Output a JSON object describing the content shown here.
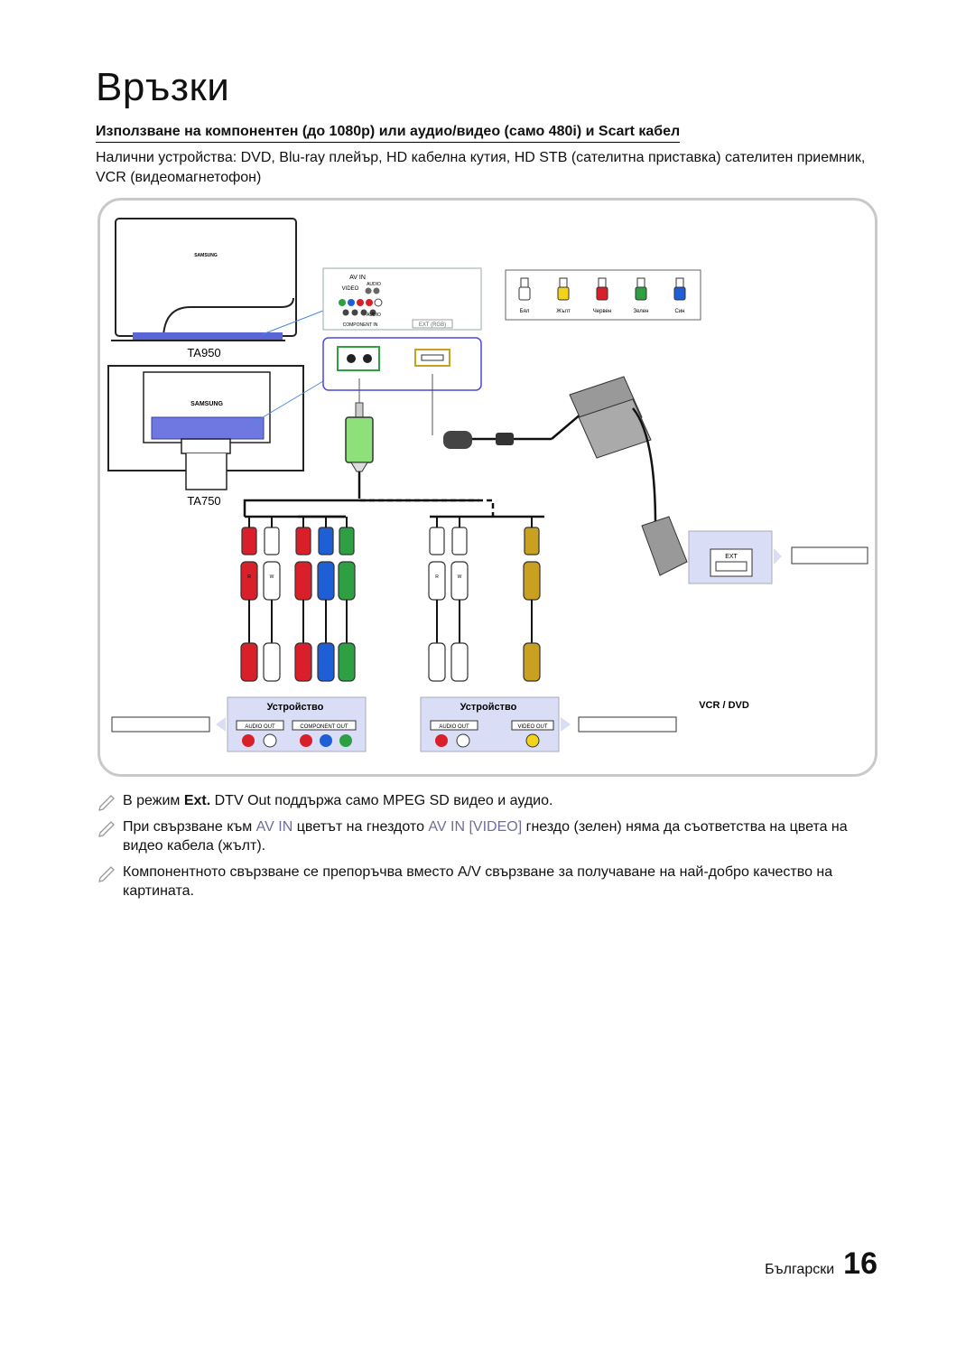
{
  "page": {
    "title": "Връзки",
    "subtitle": "Използване на компонентен (до 1080p) или аудио/видео (само 480i) и Scart кабел",
    "intro": "Налични устройства: DVD, Blu-ray плейър, HD кабелна кутия, HD STB (сателитна приставка) сателитен приемник, VCR (видеомагнетофон)"
  },
  "diagram": {
    "monitor_top_model": "TA950",
    "monitor_bottom_model": "TA750",
    "brand_label": "SAMSUNG",
    "port_panel": {
      "av_in": "AV IN",
      "video": "VIDEO",
      "audio": "AUDIO",
      "audio2": "AUDIO",
      "component_in": "COMPONENT IN",
      "ext_rgb": "EXT (RGB)"
    },
    "cable_colors": {
      "labels": [
        "Бял",
        "Жълт",
        "Червен",
        "Зелен",
        "Син"
      ],
      "colors": [
        "#ffffff",
        "#f2d21a",
        "#d9202a",
        "#2ea043",
        "#1f5fd6"
      ]
    },
    "device_left": {
      "label": "Устройство",
      "audio_out": "AUDIO OUT",
      "component_out": "COMPONENT OUT"
    },
    "device_mid": {
      "label": "Устройство",
      "audio_out": "AUDIO OUT",
      "video_out": "VIDEO OUT"
    },
    "vcr": {
      "label": "VCR / DVD",
      "ext": "EXT"
    },
    "plug_letters": {
      "r": "R",
      "w": "W"
    }
  },
  "notes": [
    {
      "pre": "В режим ",
      "bold": "Ext.",
      "post": " DTV Out поддържа само MPEG SD видео и аудио."
    },
    {
      "p1": "При свързване към ",
      "h1": "AV IN",
      "p2": " цветът на гнездото ",
      "h2": "AV IN [VIDEO]",
      "p3": " гнездо (зелен) няма да съответства на цвета на видео кабела  (жълт)."
    },
    {
      "text": "Компонентното свързване се препоръчва вместо A/V свързване за получаване на най-добро качество на картината."
    }
  ],
  "footer": {
    "language": "Български",
    "page_number": "16"
  }
}
